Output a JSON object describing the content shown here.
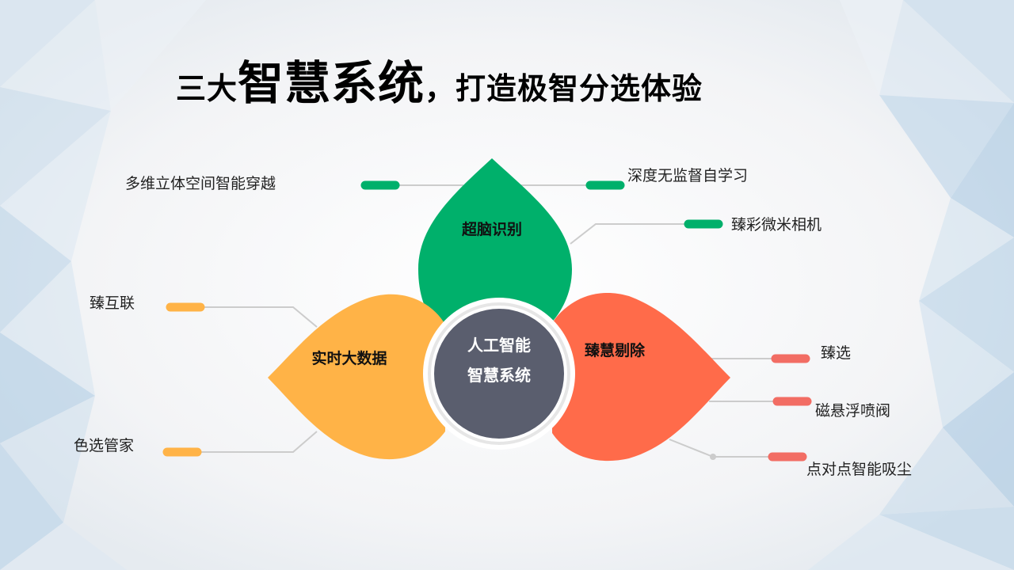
{
  "title": {
    "part1": "三大",
    "part2": "智慧系统",
    "part3": "，打造极智分选体验"
  },
  "center": {
    "line1": "人工智能",
    "line2": "智慧系统"
  },
  "petals": {
    "top": {
      "label": "超脑识别",
      "color": "#00b06b"
    },
    "left": {
      "label": "实时大数据",
      "color": "#ffb347"
    },
    "right": {
      "label": "臻慧剔除",
      "color": "#ff6b4a"
    }
  },
  "features": {
    "top": [
      "多维立体空间智能穿越",
      "深度无监督自学习",
      "臻彩微米相机"
    ],
    "left": [
      "臻互联",
      "色选管家"
    ],
    "right": [
      "臻选",
      "磁悬浮喷阀",
      "点对点智能吸尘"
    ]
  },
  "colors": {
    "center_fill": "#5a5e6e",
    "connector": "#cccccc"
  }
}
